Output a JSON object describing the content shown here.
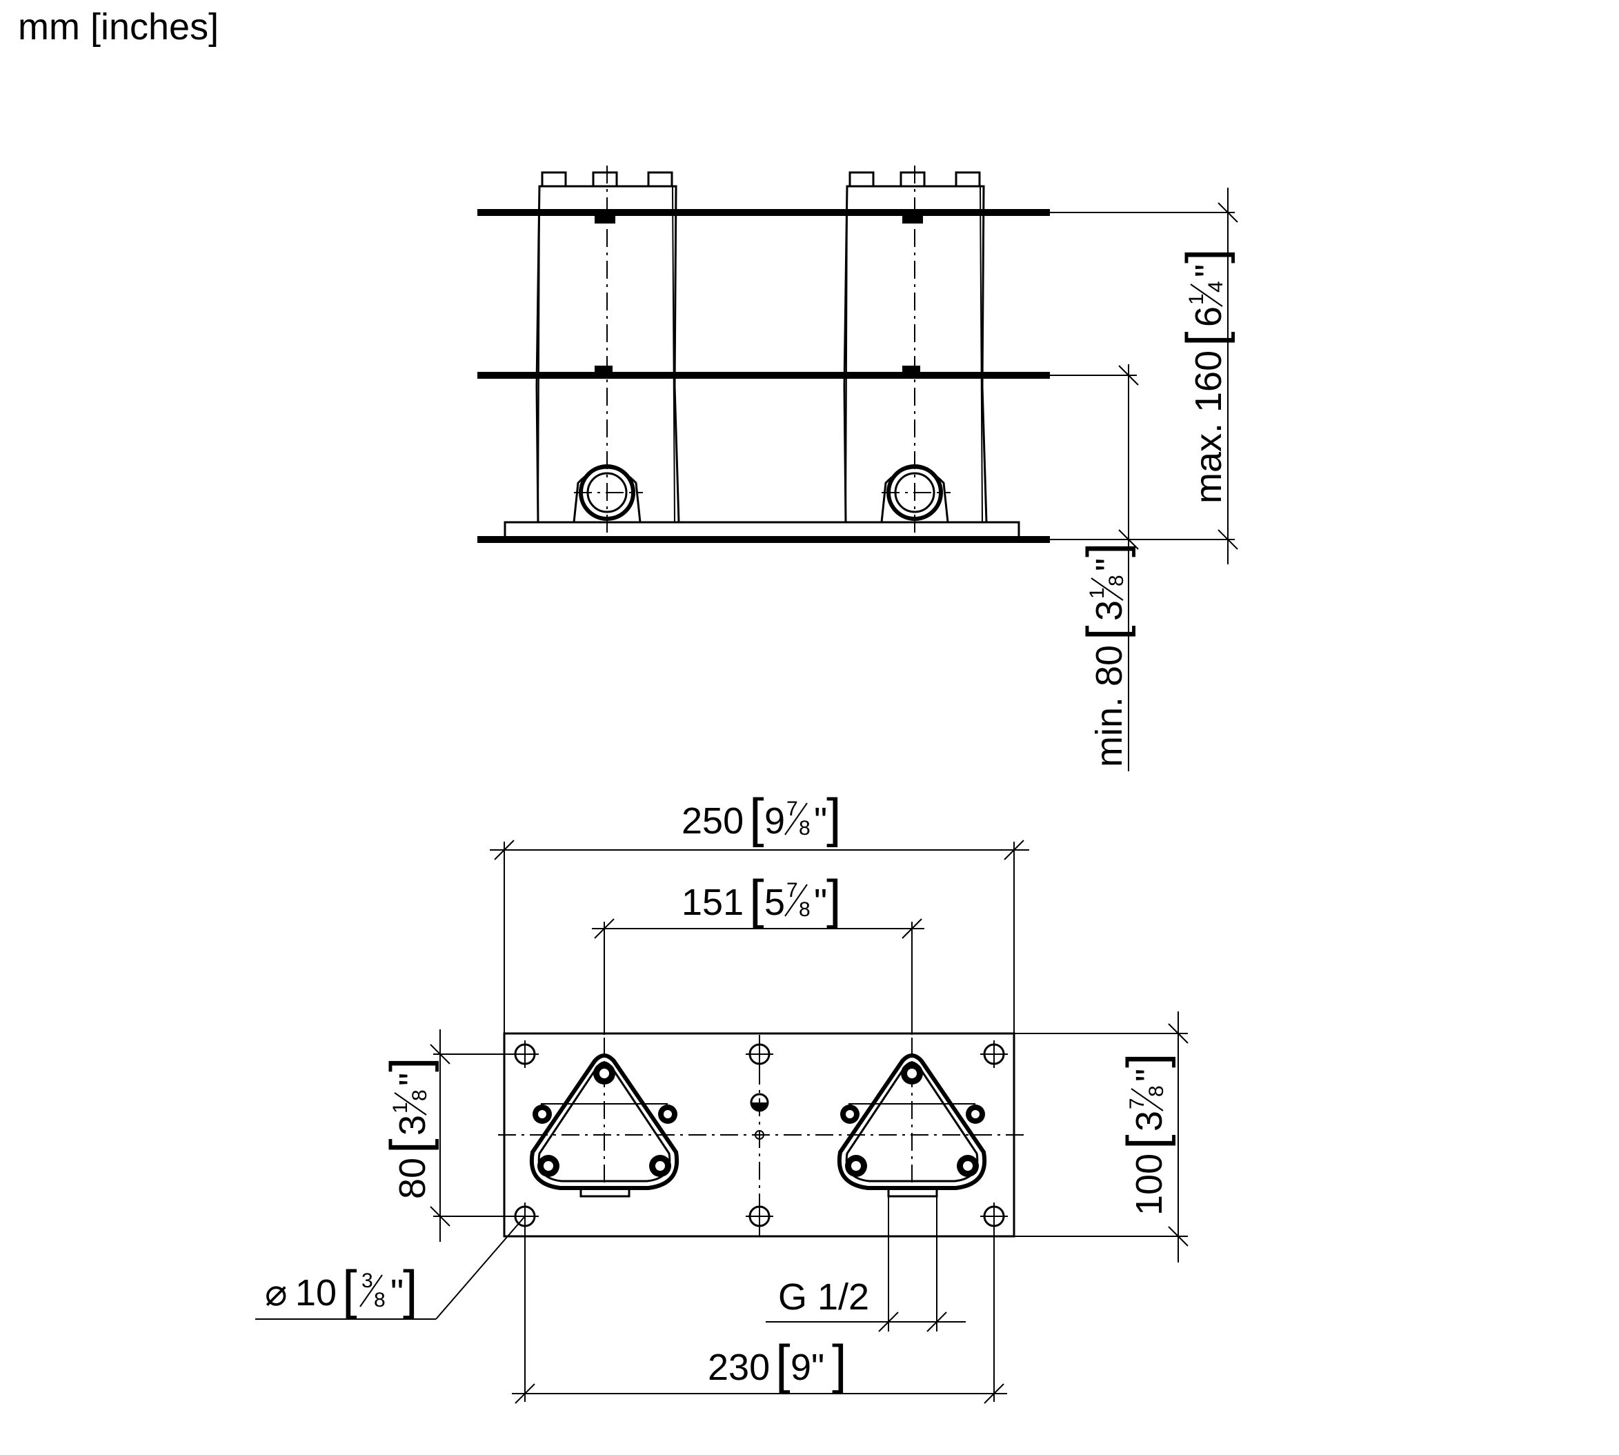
{
  "units_label": "mm [inches]",
  "dimensions": {
    "max_160": {
      "mm": "max. 160",
      "whole": "6",
      "num": "1",
      "den": "4"
    },
    "min_80": {
      "mm": "min. 80",
      "whole": "3",
      "num": "1",
      "den": "8"
    },
    "w_250": {
      "mm": "250",
      "whole": "9",
      "num": "7",
      "den": "8"
    },
    "w_151": {
      "mm": "151",
      "whole": "5",
      "num": "7",
      "den": "8"
    },
    "h_80": {
      "mm": "80",
      "whole": "3",
      "num": "1",
      "den": "8"
    },
    "h_100": {
      "mm": "100",
      "whole": "3",
      "num": "7",
      "den": "8"
    },
    "dia_10": {
      "mm": "10",
      "whole": "",
      "num": "3",
      "den": "8"
    },
    "thread": {
      "text": "G 1/2"
    },
    "w_230": {
      "mm": "230",
      "inch": "9\""
    }
  },
  "symbols": {
    "quote": "\"",
    "diameter": "⌀"
  }
}
